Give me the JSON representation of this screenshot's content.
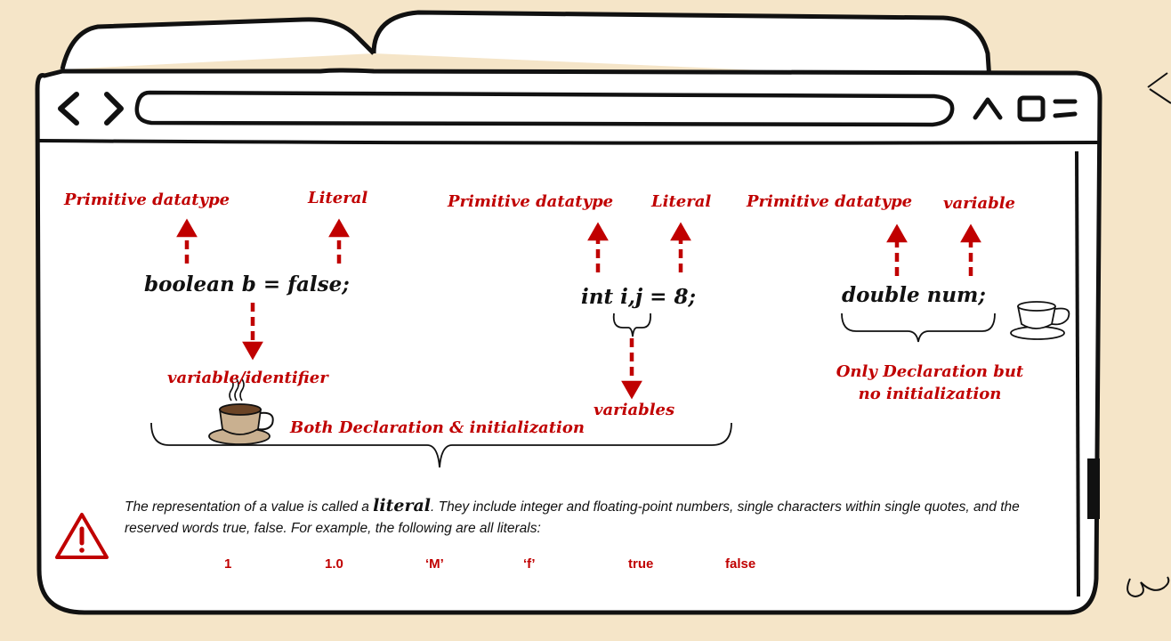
{
  "diagram": {
    "examples": [
      {
        "code": "boolean b = false;",
        "labels": {
          "type": "Primitive datatype",
          "value": "Literal",
          "name": "variable/identifier"
        },
        "caption": "Both Declaration & initialization"
      },
      {
        "code": "int i,j = 8;",
        "labels": {
          "type": "Primitive datatype",
          "value": "Literal",
          "name": "variables"
        }
      },
      {
        "code": "double num;",
        "labels": {
          "type": "Primitive datatype",
          "value": "variable"
        },
        "caption_line1": "Only Declaration but",
        "caption_line2": "no initialization"
      }
    ]
  },
  "note": {
    "text_before": "The representation of a value is called a ",
    "keyword": "literal",
    "text_after": ". They include integer and floating-point numbers, single characters within single quotes, and the reserved words true, false. For example, the following are all literals:"
  },
  "literal_examples": [
    "1",
    "1.0",
    "‘M’",
    "‘f’",
    "true",
    "false"
  ],
  "icons": [
    "back-chevron-icon",
    "forward-chevron-icon",
    "caret-up-icon",
    "square-icon",
    "menu-icon",
    "warning-icon",
    "coffee-cup-icon"
  ],
  "colors": {
    "accent": "#c00000",
    "background": "#f5e5c8",
    "ink": "#111111"
  }
}
